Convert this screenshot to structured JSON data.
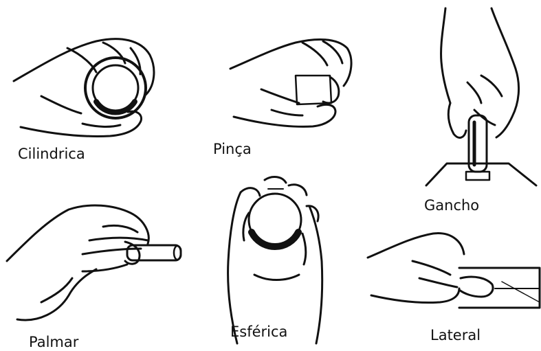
{
  "figure": {
    "background": "#ffffff",
    "ink": "#111111",
    "grips": [
      {
        "id": "cilindrica",
        "label": "Cilindrica",
        "icon": "cylindrical-grip-hand-icon"
      },
      {
        "id": "pinca",
        "label": "Pinça",
        "icon": "pinch-grip-hand-icon"
      },
      {
        "id": "gancho",
        "label": "Gancho",
        "icon": "hook-grip-hand-icon"
      },
      {
        "id": "palmar",
        "label": "Palmar",
        "icon": "palmar-grip-hand-icon"
      },
      {
        "id": "esferica",
        "label": "Esférica",
        "icon": "spherical-grip-hand-icon"
      },
      {
        "id": "lateral",
        "label": "Lateral",
        "icon": "lateral-grip-hand-icon"
      }
    ]
  }
}
